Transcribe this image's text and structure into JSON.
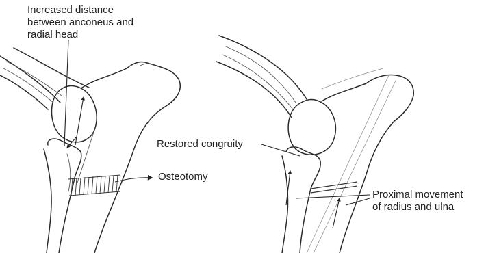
{
  "labels": {
    "increased_distance": "Increased distance\nbetween anconeus and\nradial head",
    "osteotomy": "Osteotomy",
    "restored_congruity": "Restored congruity",
    "proximal_movement": "Proximal movement\nof radius and ulna"
  },
  "colors": {
    "line": "#2a2a2a",
    "background": "#ffffff"
  }
}
